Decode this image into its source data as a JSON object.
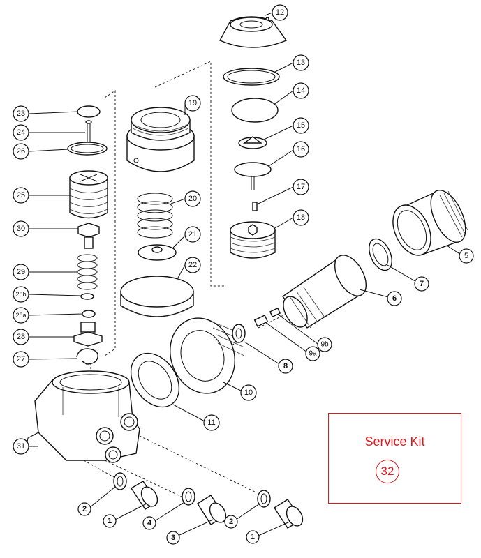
{
  "callouts": {
    "c1": "1",
    "c2": "2",
    "c3": "3",
    "c4": "4",
    "c5": "5",
    "c6": "6",
    "c7": "7",
    "c8": "8",
    "c9a": "9a",
    "c9b": "9b",
    "c10": "10",
    "c11": "11",
    "c12": "12",
    "c13": "13",
    "c14": "14",
    "c15": "15",
    "c16": "16",
    "c17": "17",
    "c18": "18",
    "c19": "19",
    "c20": "20",
    "c21": "21",
    "c22": "22",
    "c23": "23",
    "c24": "24",
    "c25": "25",
    "c26": "26",
    "c27": "27",
    "c28": "28",
    "c28a": "28a",
    "c28b": "28b",
    "c29": "29",
    "c30": "30",
    "c31": "31"
  },
  "service_kit": {
    "label": "Service Kit",
    "number": "32"
  },
  "colors": {
    "line": "#111111",
    "service_kit_red": "#e0191c",
    "background": "#ffffff"
  }
}
